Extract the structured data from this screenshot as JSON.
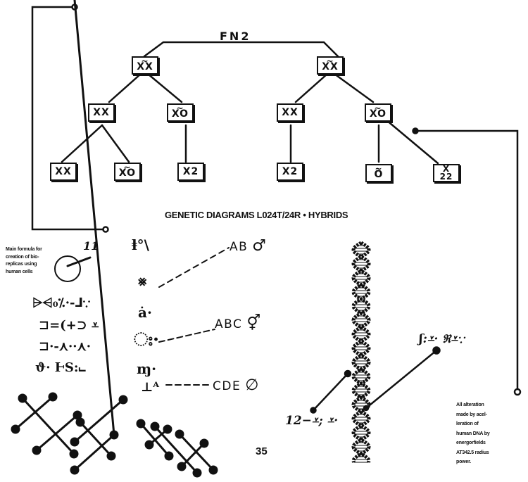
{
  "diagram": {
    "root_label": "FN2",
    "caption": "GENETIC DIAGRAMS L024T/24R • HYBRIDS",
    "tree": {
      "left_parent": {
        "tilde": "~",
        "label": "XX"
      },
      "right_parent": {
        "tilde": "~",
        "label": "XX"
      },
      "level2": [
        {
          "tilde": "",
          "label": "XX"
        },
        {
          "tilde": "~",
          "label": "XO"
        },
        {
          "tilde": "",
          "label": "XX"
        },
        {
          "tilde": "~",
          "label": "XO"
        }
      ],
      "level3": [
        {
          "tilde": "",
          "label": "XX"
        },
        {
          "tilde": "~",
          "label": "XO"
        },
        {
          "tilde": "",
          "label": "X2"
        },
        {
          "tilde": "",
          "label": "X2"
        },
        {
          "tilde": "~",
          "label": "O"
        },
        {
          "top": "X",
          "label": "22"
        }
      ]
    }
  },
  "formula_note": [
    "Main formula for",
    "creation of bio-",
    "replicas using",
    "human cells"
  ],
  "formula_mark": "11",
  "script_lines": [
    "⩥⩤₀⁒·-⅃∵",
    "⊐=(+⊃ ⩡",
    "⊐·-⋏··⋏·",
    "ϑ· ⱵS:⨽"
  ],
  "glyph_column": [
    "ⱡ°\\",
    "⨳",
    "ȧ·",
    "ಃ·",
    "ɱ·",
    "⊥ᴬ"
  ],
  "hybrids": [
    {
      "label": "AB",
      "symbol": "♂"
    },
    {
      "label": "ABC",
      "symbol": "⚥"
    },
    {
      "label": "CDE",
      "symbol": "∅"
    }
  ],
  "dna_left_note": "12−⩡; ⩡·",
  "dna_right_note": "ʃ:⩡· ℜ⩡∵",
  "alteration_note": [
    "All alteration",
    "made by acel-",
    "leration of",
    "human DNA by",
    "energorfields",
    "AT342.5 radius",
    "power."
  ],
  "page_number": "35"
}
